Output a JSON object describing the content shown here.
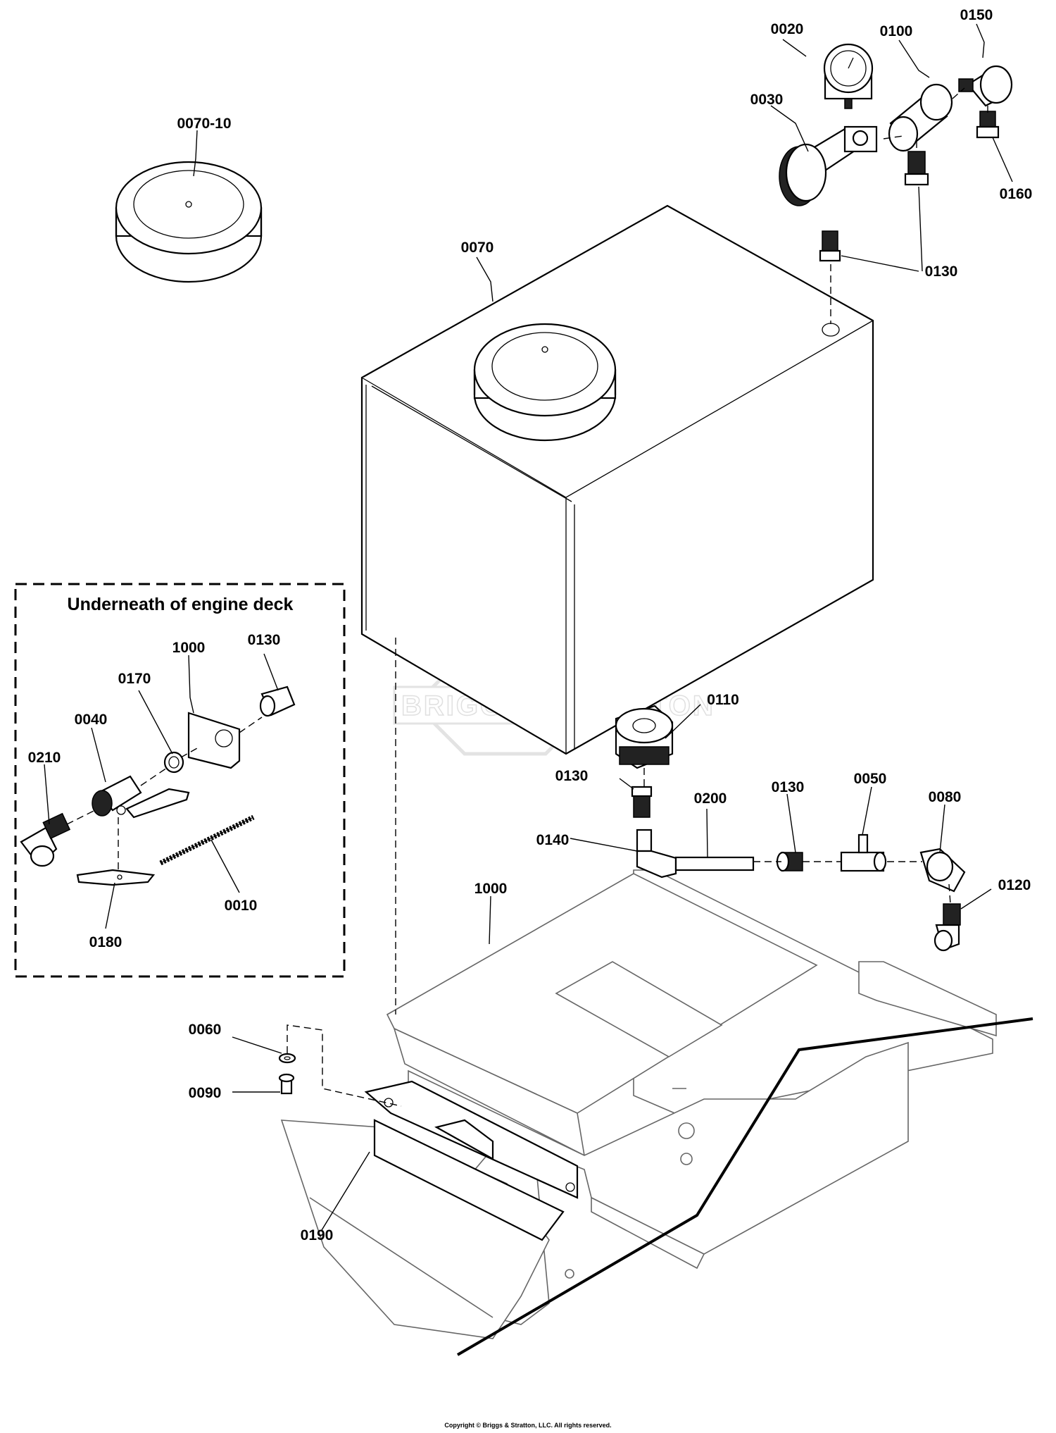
{
  "inset": {
    "title": "Underneath of engine deck"
  },
  "callouts": {
    "c0020": "0020",
    "c0100": "0100",
    "c0150": "0150",
    "c0030": "0030",
    "c0160": "0160",
    "c0130_top": "0130",
    "c0070_10": "0070-10",
    "c0070": "0070",
    "c0110": "0110",
    "c0130_tank": "0130",
    "c0140": "0140",
    "c0200": "0200",
    "c0130_line": "0130",
    "c0050": "0050",
    "c0080": "0080",
    "c0120": "0120",
    "c1000_deck": "1000",
    "c0060": "0060",
    "c0090": "0090",
    "c0190": "0190",
    "c1000_inset": "1000",
    "c0130_inset": "0130",
    "c0170": "0170",
    "c0040": "0040",
    "c0210": "0210",
    "c0010": "0010",
    "c0180": "0180"
  },
  "watermark": {
    "text": "BRIGGS&STRATTON"
  },
  "copyright": "Copyright © Briggs & Stratton, LLC. All rights reserved."
}
